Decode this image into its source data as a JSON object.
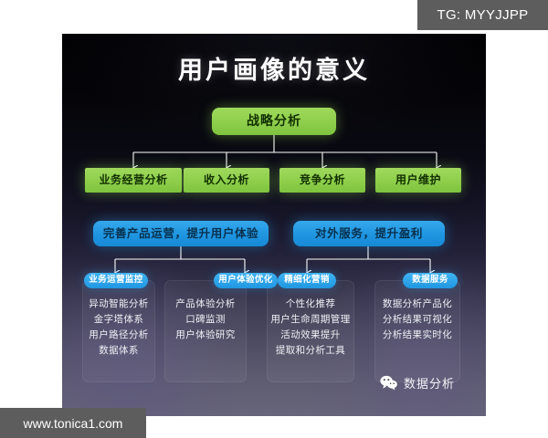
{
  "watermarks": {
    "tg_tag": "TG: MYYJJPP",
    "url": "www.tonica1.com"
  },
  "slide": {
    "title": "用户画像的意义",
    "root": {
      "label": "战略分析",
      "color": "#8ece4b"
    },
    "level2": [
      {
        "label": "业务经营分析"
      },
      {
        "label": "收入分析"
      },
      {
        "label": "竞争分析"
      },
      {
        "label": "用户维护"
      }
    ],
    "level3": [
      {
        "label": "完善产品运营，提升用户体验",
        "color": "#1f95e0"
      },
      {
        "label": "对外服务，提升盈利",
        "color": "#1f95e0"
      }
    ],
    "level4": [
      {
        "label": "业务运营监控",
        "items": [
          "异动智能分析",
          "金字塔体系",
          "用户路径分析",
          "数据体系"
        ]
      },
      {
        "label": "用户体验优化",
        "items": [
          "产品体验分析",
          "口碑监测",
          "用户体验研究"
        ]
      },
      {
        "label": "精细化营销",
        "items": [
          "个性化推荐",
          "用户生命周期管理",
          "活动效果提升",
          "提取和分析工具"
        ]
      },
      {
        "label": "数据服务",
        "items": [
          "数据分析产品化",
          "分析结果可视化",
          "分析结果实时化"
        ]
      }
    ],
    "badge": {
      "icon": "wechat-icon",
      "label": "数据分析"
    }
  }
}
